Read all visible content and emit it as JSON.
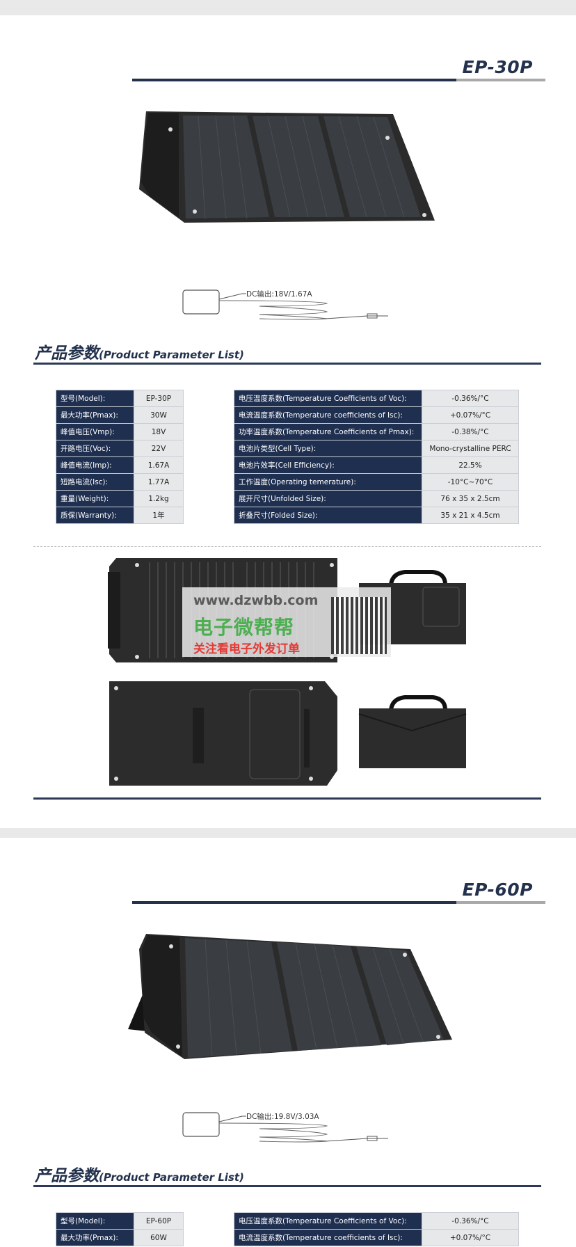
{
  "section1": {
    "model": "EP-30P",
    "dc_output": "DC输出:18V/1.67A",
    "param_title_zh": "产品参数",
    "param_title_en": "(Product Parameter List)",
    "left_table": [
      {
        "k": "型号(Model):",
        "v": "EP-30P"
      },
      {
        "k": "最大功率(Pmax):",
        "v": "30W"
      },
      {
        "k": "峰值电压(Vmp):",
        "v": "18V"
      },
      {
        "k": "开路电压(Voc):",
        "v": "22V"
      },
      {
        "k": "峰值电流(Imp):",
        "v": "1.67A"
      },
      {
        "k": "短路电流(Isc):",
        "v": "1.77A"
      },
      {
        "k": "重量(Weight):",
        "v": "1.2kg"
      },
      {
        "k": "质保(Warranty):",
        "v": "1年"
      }
    ],
    "right_table": [
      {
        "k": "电压温度系数(Temperature Coefficients of Voc):",
        "v": "-0.36%/°C"
      },
      {
        "k": "电流温度系数(Temperature coefficients of Isc):",
        "v": "+0.07%/°C"
      },
      {
        "k": "功率温度系数(Temperature Coefficients of Pmax):",
        "v": "-0.38%/°C"
      },
      {
        "k": "电池片类型(Cell Type):",
        "v": "Mono-crystalline PERC"
      },
      {
        "k": "电池片效率(Cell Efficiency):",
        "v": "22.5%"
      },
      {
        "k": "工作温度(Operating temerature):",
        "v": "-10°C~70°C"
      },
      {
        "k": "展开尺寸(Unfolded Size):",
        "v": "76 x 35 x 2.5cm"
      },
      {
        "k": "折叠尺寸(Folded Size):",
        "v": "35 x 21 x 4.5cm"
      }
    ]
  },
  "watermark": {
    "url": "www.dzwbb.com",
    "name": "电子微帮帮",
    "sub": "关注看电子外发订单"
  },
  "section2": {
    "model": "EP-60P",
    "dc_output": "DC输出:19.8V/3.03A",
    "param_title_zh": "产品参数",
    "param_title_en": "(Product Parameter List)",
    "left_table": [
      {
        "k": "型号(Model):",
        "v": "EP-60P"
      },
      {
        "k": "最大功率(Pmax):",
        "v": "60W"
      }
    ],
    "right_table": [
      {
        "k": "电压温度系数(Temperature Coefficients of Voc):",
        "v": "-0.36%/°C"
      },
      {
        "k": "电流温度系数(Temperature coefficients of Isc):",
        "v": "+0.07%/°C"
      }
    ]
  }
}
